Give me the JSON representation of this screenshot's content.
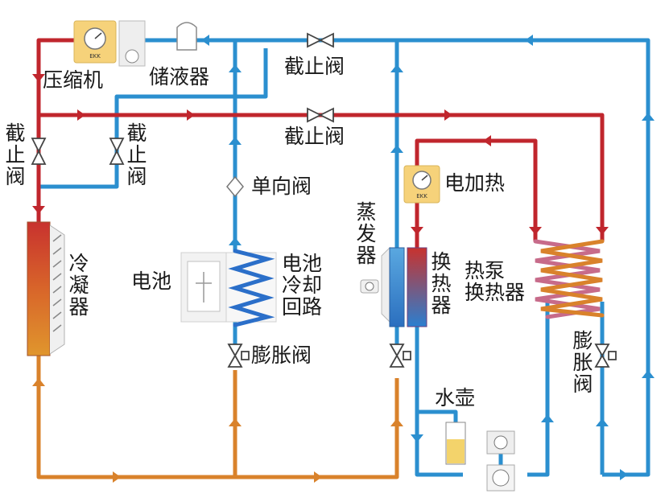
{
  "diagram": {
    "labels": {
      "compressor": "压缩机",
      "receiver": "储液器",
      "valve_top": "截止阀",
      "valve_mid": "截止阀",
      "valve_left_chars": [
        "截",
        "止",
        "阀"
      ],
      "valve_left2_chars": [
        "截",
        "止",
        "阀"
      ],
      "condenser_chars": [
        "冷",
        "凝",
        "器"
      ],
      "check_valve": "单向阀",
      "battery": "电池",
      "battery_loop_chars": [
        "电池",
        "冷却",
        "回路"
      ],
      "expansion_battery": "膨胀阀",
      "evaporator_chars": [
        "蒸",
        "发",
        "器"
      ],
      "exchanger_chars": [
        "换",
        "热",
        "器"
      ],
      "electric_heater": "电加热",
      "heat_pump_exchanger_lines": [
        "热泵",
        "换热器"
      ],
      "expansion_right_chars": [
        "膨",
        "胀",
        "阀"
      ],
      "kettle": "水壶"
    },
    "colors": {
      "hot_red": "#c0262d",
      "cold_blue": "#2b8fcf",
      "warm_orange": "#d9822b",
      "pump_yellow": "#f6d27a"
    }
  }
}
